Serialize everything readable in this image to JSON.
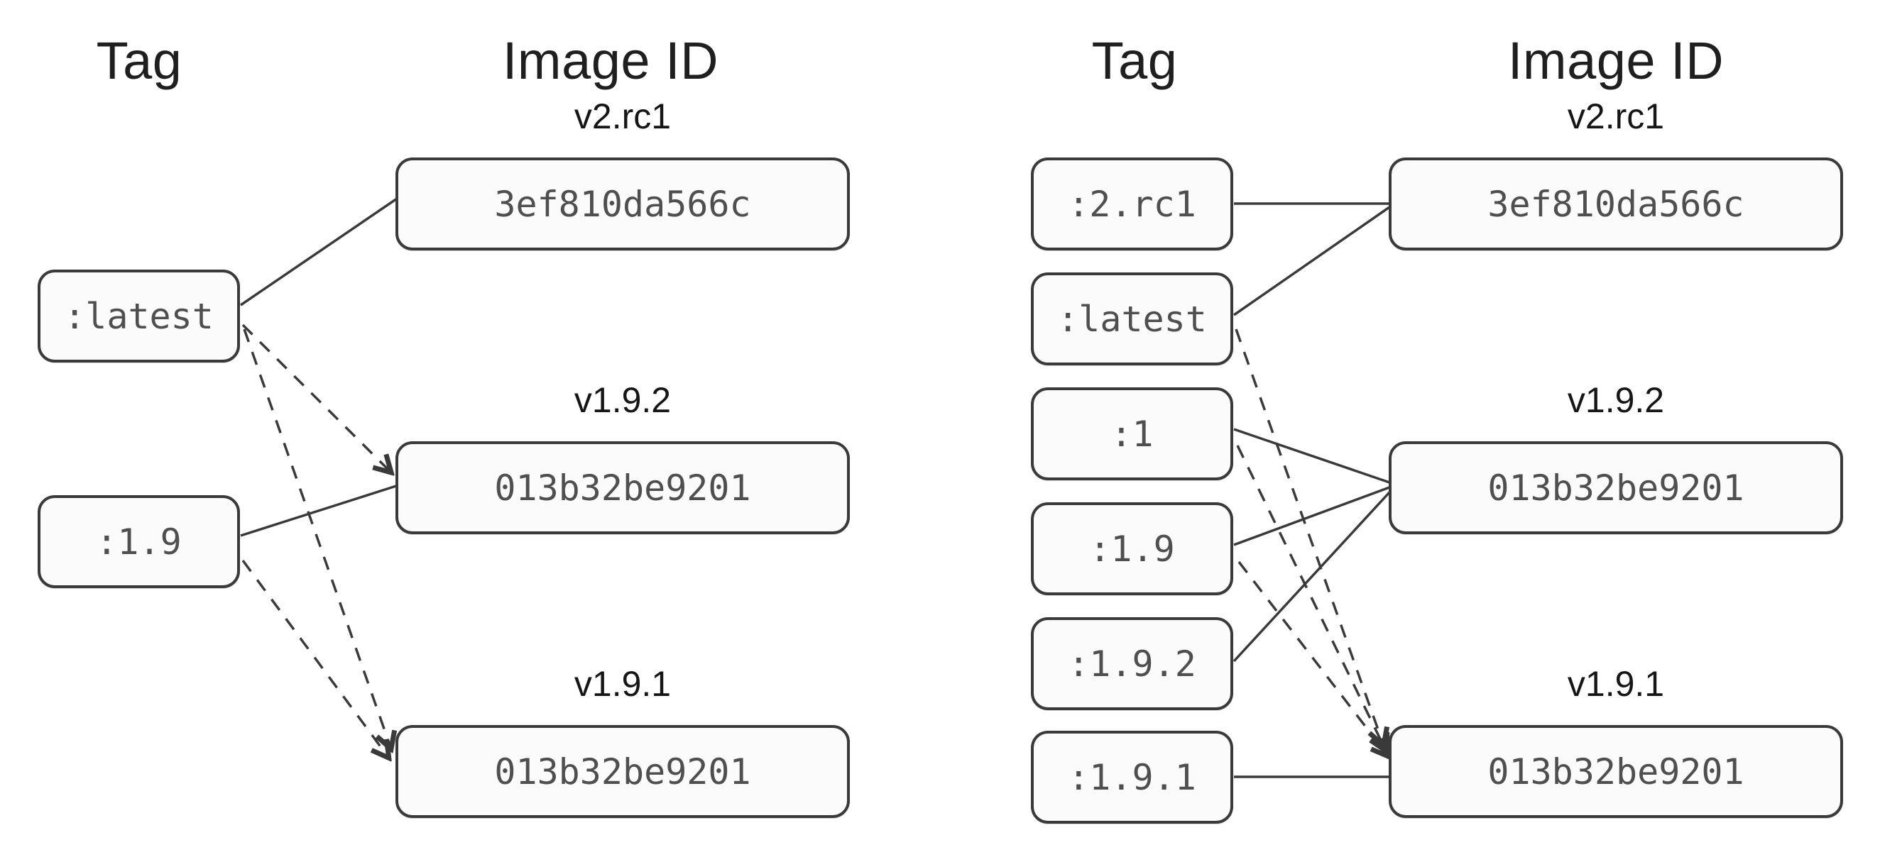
{
  "colors": {
    "line": "#3a3a3a",
    "box_border": "#3a3a3a",
    "box_fill": "#fbfbfb",
    "mono_text": "#4f4f4f",
    "heading_text": "#1f1f1f",
    "label_text": "#161616",
    "page_bg": "#ffffff"
  },
  "left_panel": {
    "tag_header": "Tag",
    "image_id_header": "Image ID",
    "tags": [
      {
        "label": ":latest"
      },
      {
        "label": ":1.9"
      }
    ],
    "images": [
      {
        "version": "v2.rc1",
        "id": "3ef810da566c"
      },
      {
        "version": "v1.9.2",
        "id": "013b32be9201"
      },
      {
        "version": "v1.9.1",
        "id": "013b32be9201"
      }
    ],
    "connections": [
      {
        "from": ":latest",
        "to": "v2.rc1",
        "style": "solid"
      },
      {
        "from": ":latest",
        "to": "v1.9.2",
        "style": "dashed"
      },
      {
        "from": ":latest",
        "to": "v1.9.1",
        "style": "dashed"
      },
      {
        "from": ":1.9",
        "to": "v1.9.2",
        "style": "solid"
      },
      {
        "from": ":1.9",
        "to": "v1.9.1",
        "style": "dashed"
      }
    ]
  },
  "right_panel": {
    "tag_header": "Tag",
    "image_id_header": "Image ID",
    "tags": [
      {
        "label": ":2.rc1"
      },
      {
        "label": ":latest"
      },
      {
        "label": ":1"
      },
      {
        "label": ":1.9"
      },
      {
        "label": ":1.9.2"
      },
      {
        "label": ":1.9.1"
      }
    ],
    "images": [
      {
        "version": "v2.rc1",
        "id": "3ef810da566c"
      },
      {
        "version": "v1.9.2",
        "id": "013b32be9201"
      },
      {
        "version": "v1.9.1",
        "id": "013b32be9201"
      }
    ],
    "connections": [
      {
        "from": ":2.rc1",
        "to": "v2.rc1",
        "style": "solid"
      },
      {
        "from": ":latest",
        "to": "v2.rc1",
        "style": "solid"
      },
      {
        "from": ":latest",
        "to": "v1.9.1",
        "style": "dashed"
      },
      {
        "from": ":1",
        "to": "v1.9.2",
        "style": "solid"
      },
      {
        "from": ":1",
        "to": "v1.9.1",
        "style": "dashed"
      },
      {
        "from": ":1.9",
        "to": "v1.9.2",
        "style": "solid"
      },
      {
        "from": ":1.9",
        "to": "v1.9.1",
        "style": "dashed"
      },
      {
        "from": ":1.9.2",
        "to": "v1.9.2",
        "style": "solid"
      },
      {
        "from": ":1.9.1",
        "to": "v1.9.1",
        "style": "solid"
      }
    ]
  }
}
